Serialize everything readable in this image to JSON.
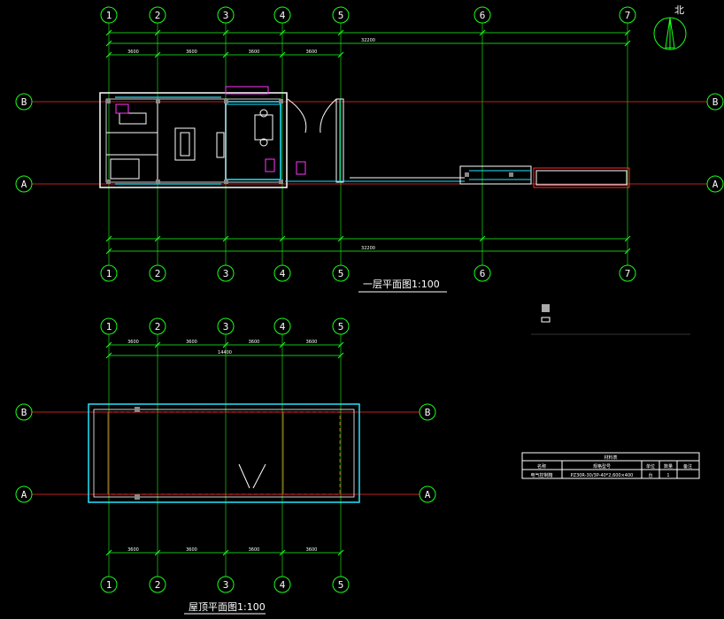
{
  "drawing": {
    "colors": {
      "background": "#000000",
      "axis_line": "#ff2a2a",
      "dimension": "#1bff1b",
      "wall": "#ffffff",
      "window": "#22e5ff",
      "accent": "#ff33ff",
      "bubble": "#1bff1b"
    },
    "north_label": "北",
    "plan1": {
      "title": "一层平面图",
      "scale": "1:100",
      "grid_cols": [
        "1",
        "2",
        "3",
        "4",
        "5",
        "6",
        "7"
      ],
      "grid_rows": [
        "B",
        "A"
      ],
      "total_dim": "32200",
      "sub_dims": [
        "3600",
        "3600",
        "3600",
        "3600",
        "3600",
        "3600"
      ]
    },
    "roof": {
      "title": "屋顶平面图",
      "scale": "1:100",
      "grid_cols": [
        "1",
        "2",
        "3",
        "4",
        "5"
      ],
      "grid_rows": [
        "B",
        "A"
      ],
      "total_dim": "14400",
      "sub_dims": [
        "3600",
        "3600",
        "3600",
        "3600"
      ]
    },
    "table": {
      "header": "材料表",
      "cols": [
        "名称",
        "规格型号",
        "单位",
        "数量",
        "备注"
      ],
      "row": [
        "电气控制箱",
        "PZ30R-30/3P-40*2,600×400",
        "台",
        "1",
        ""
      ]
    }
  }
}
